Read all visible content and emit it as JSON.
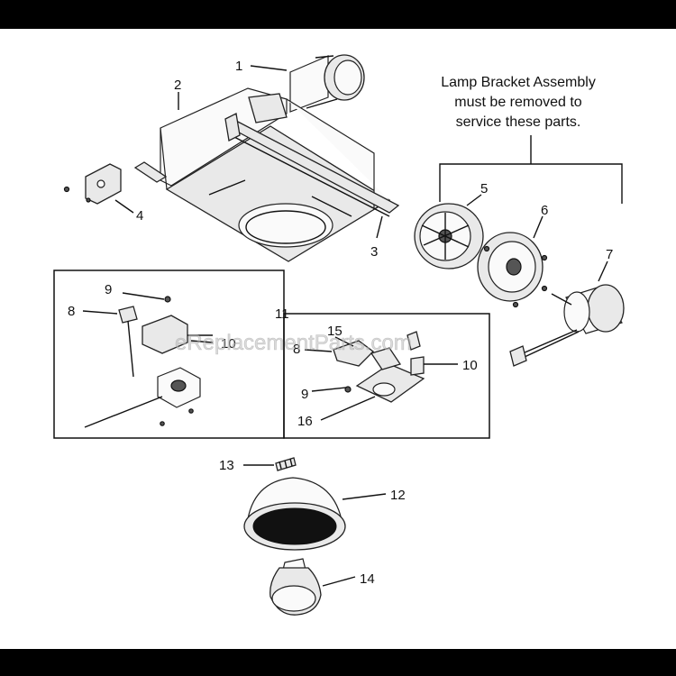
{
  "note": {
    "line1": "Lamp Bracket Assembly",
    "line2": "must be removed to",
    "line3": "service these parts."
  },
  "labels": {
    "p1": "1",
    "p2": "2",
    "p3": "3",
    "p4": "4",
    "p5": "5",
    "p6": "6",
    "p7": "7",
    "p8a": "8",
    "p9a": "9",
    "p10a": "10",
    "p11": "11",
    "p15": "15",
    "p8b": "8",
    "p10b": "10",
    "p9b": "9",
    "p16": "16",
    "p12": "12",
    "p13": "13",
    "p14": "14"
  },
  "watermark": "eReplacementParts.com",
  "colors": {
    "background": "#000000",
    "paper": "#ffffff",
    "ink": "#111111"
  }
}
